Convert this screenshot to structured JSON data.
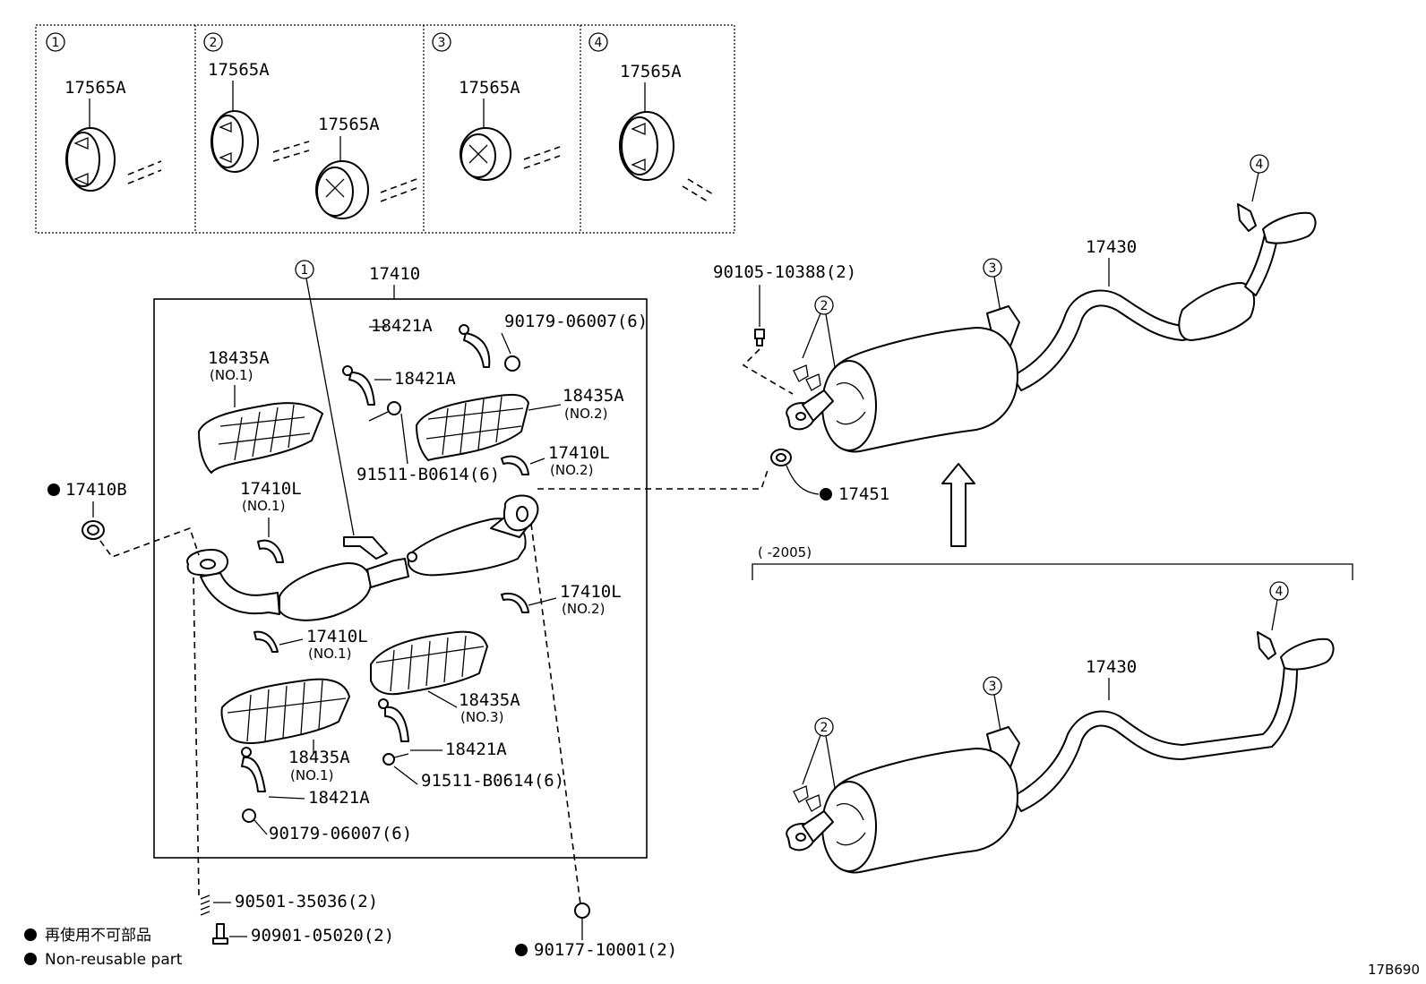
{
  "diagram_id": "17B690",
  "legend": {
    "jp": "再使用不可部品",
    "en": "Non-reusable part"
  },
  "insets": [
    {
      "num": "1",
      "parts": [
        "17565A"
      ]
    },
    {
      "num": "2",
      "parts": [
        "17565A",
        "17565A"
      ]
    },
    {
      "num": "3",
      "parts": [
        "17565A"
      ]
    },
    {
      "num": "4",
      "parts": [
        "17565A"
      ]
    }
  ],
  "front_pipe_assembly": {
    "number": "17410",
    "ref_circle": "1",
    "labels": {
      "a": "18421A",
      "b": "90179-06007(6)",
      "c": "18421A",
      "d": "18435A",
      "d_sub": "(NO.1)",
      "e": "18435A",
      "e_sub": "(NO.2)",
      "f": "91511-B0614(6)",
      "g": "17410L",
      "g_sub": "(NO.2)",
      "h": "17410L",
      "h_sub": "(NO.1)",
      "i": "17410L",
      "i_sub": "(NO.2)",
      "j": "17410L",
      "j_sub": "(NO.1)",
      "k": "18435A",
      "k_sub": "(NO.3)",
      "l": "18435A",
      "l_sub": "(NO.1)",
      "m": "18421A",
      "n": "91511-B0614(6)",
      "o": "18421A",
      "p": "90179-06007(6)"
    }
  },
  "gasket_left": "17410B",
  "gasket_right": "17451",
  "bolt_top": "90105-10388(2)",
  "spring": "90501-35036(2)",
  "bolt_bottom": "90901-05020(2)",
  "nut_bottom": "90177-10001(2)",
  "tail_pipe_upper": {
    "number": "17430",
    "refs": [
      "2",
      "3",
      "4"
    ]
  },
  "tail_pipe_lower": {
    "number": "17430",
    "refs": [
      "2",
      "3",
      "4"
    ],
    "range": "(        -2005)"
  }
}
